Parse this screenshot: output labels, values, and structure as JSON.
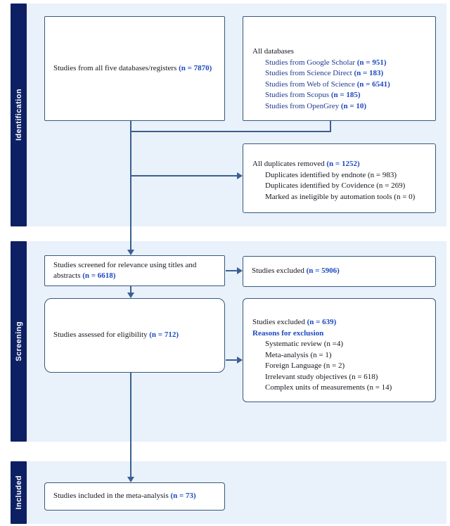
{
  "diagram": {
    "stages": [
      {
        "label": "Identification"
      },
      {
        "label": "Screening"
      },
      {
        "label": "Included"
      }
    ],
    "identification": {
      "total_box": {
        "text": "Studies from all five databases/registers ",
        "n": "(n = 7870)"
      },
      "databases_box": {
        "title": "All databases",
        "items": [
          {
            "text": "Studies from Google Scholar ",
            "n": "(n = 951)"
          },
          {
            "text": "Studies from Science Direct ",
            "n": "(n = 183)"
          },
          {
            "text": "Studies from Web of Science ",
            "n": "(n = 6541)"
          },
          {
            "text": "Studies from Scopus ",
            "n": "(n = 185)"
          },
          {
            "text": "Studies from OpenGrey ",
            "n": "(n = 10)"
          }
        ]
      },
      "duplicates_box": {
        "title": "All duplicates removed ",
        "title_n": "(n = 1252)",
        "items": [
          "Duplicates identified by endnote (n = 983)",
          "Duplicates identified by Covidence (n = 269)",
          "Marked as ineligible by automation tools (n = 0)"
        ]
      }
    },
    "screening": {
      "screened_box": {
        "text": "Studies screened for relevance using titles and abstracts ",
        "n": "(n = 6618)"
      },
      "excluded_box": {
        "text": "Studies excluded ",
        "n": "(n = 5906)"
      },
      "assessed_box": {
        "text": "Studies assessed for eligibility ",
        "n": "(n = 712)"
      },
      "reasons_box": {
        "title": "Studies excluded ",
        "title_n": "(n = 639)",
        "subtitle": "Reasons for exclusion",
        "items": [
          "Systematic review (n =4)",
          "Meta-analysis (n = 1)",
          "Foreign Language (n = 2)",
          "Irrelevant study objectives (n = 618)",
          "Complex units of measurements (n = 14)"
        ]
      }
    },
    "included": {
      "included_box": {
        "text": "Studies included in the meta-analysis ",
        "n": "(n = 73)"
      }
    },
    "colors": {
      "band_bg": "#e9f1fb",
      "stage_bar_bg": "#0d2063",
      "stage_bar_text": "#ffffff",
      "box_border": "#35587f",
      "connector": "#3b608f",
      "text": "#15161f",
      "accent_blue": "#1d49c0",
      "database_line_blue": "#1e3a8f"
    }
  }
}
